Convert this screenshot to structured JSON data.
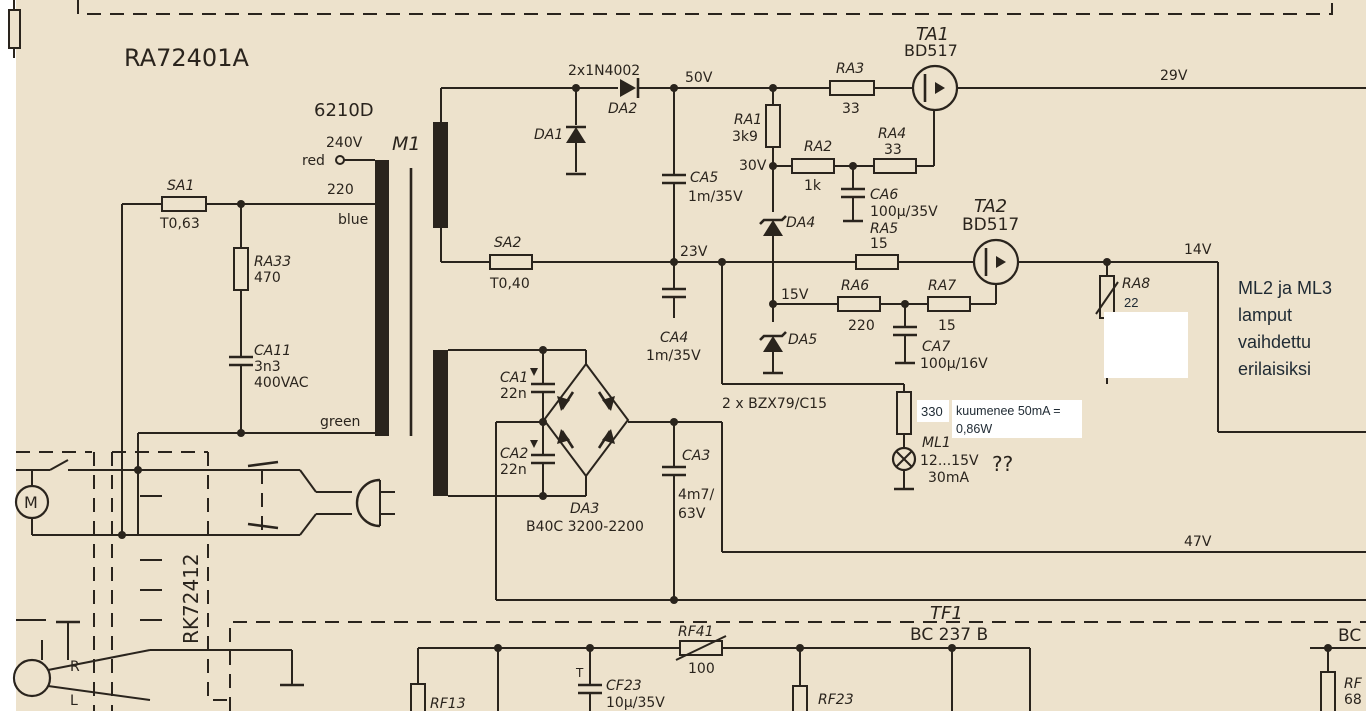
{
  "colors": {
    "paper": "#ede2cc",
    "ink": "#2a241d",
    "note_bg": "#ffffff"
  },
  "header": {
    "model": "RA72401A",
    "transformer_type": "6210D"
  },
  "transformer": {
    "ref": "M1",
    "tap_voltage": "240V",
    "tap_red": "red",
    "tap_220": "220",
    "tap_blue": "blue",
    "tap_green": "green"
  },
  "components": {
    "SA1": {
      "ref": "SA1",
      "value": "T0,63"
    },
    "SA2": {
      "ref": "SA2",
      "value": "T0,40"
    },
    "RA33": {
      "ref": "RA33",
      "value": "470"
    },
    "CA11": {
      "ref": "CA11",
      "value": "3n3",
      "rating": "400VAC"
    },
    "DA1": {
      "ref": "DA1"
    },
    "DA2": {
      "ref": "DA2",
      "type": "2x1N4002"
    },
    "CA5": {
      "ref": "CA5",
      "value": "1m/35V"
    },
    "CA4": {
      "ref": "CA4",
      "value": "1m/35V"
    },
    "RA1": {
      "ref": "RA1",
      "value": "3k9"
    },
    "RA3": {
      "ref": "RA3",
      "value": "33"
    },
    "RA2": {
      "ref": "RA2",
      "value": "1k"
    },
    "RA4": {
      "ref": "RA4",
      "value": "33"
    },
    "CA6": {
      "ref": "CA6",
      "value": "100µ/35V"
    },
    "DA4": {
      "ref": "DA4"
    },
    "DA5": {
      "ref": "DA5"
    },
    "RA5": {
      "ref": "RA5",
      "value": "15"
    },
    "RA6": {
      "ref": "RA6",
      "value": "220"
    },
    "RA7": {
      "ref": "RA7",
      "value": "15"
    },
    "CA7": {
      "ref": "CA7",
      "value": "100µ/16V"
    },
    "RA8": {
      "ref": "RA8",
      "value": "22"
    },
    "TA1": {
      "ref": "TA1",
      "type": "BD517"
    },
    "TA2": {
      "ref": "TA2",
      "type": "BD517"
    },
    "CA1": {
      "ref": "CA1",
      "value": "22n"
    },
    "CA2": {
      "ref": "CA2",
      "value": "22n"
    },
    "DA3": {
      "ref": "DA3",
      "type": "B40C 3200-2200"
    },
    "CA3": {
      "ref": "CA3",
      "value": "4m7/",
      "rating": "63V"
    },
    "zener_pair": "2 x BZX79/C15",
    "ML1": {
      "ref": "ML1",
      "value": "12...15V",
      "current": "30mA",
      "series_resistor": "330"
    },
    "RK": "RK72412",
    "TF1": {
      "ref": "TF1",
      "type": "BC 237 B"
    },
    "BC_partial": "BC",
    "RF41": {
      "ref": "RF41",
      "value": "100"
    },
    "RF13": {
      "ref": "RF13"
    },
    "CF23": {
      "ref": "CF23",
      "value": "10µ/35V",
      "mark": "T"
    },
    "RF23": {
      "ref": "RF23"
    },
    "RF_partial": {
      "ref": "RF",
      "value": "68"
    },
    "motor": "M",
    "input_R": "R",
    "input_L": "L"
  },
  "voltages": {
    "v50": "50V",
    "v29": "29V",
    "v30": "30V",
    "v23": "23V",
    "v15": "15V",
    "v14": "14V",
    "v47": "47V"
  },
  "annotations": {
    "ml1_note_line1": "kuumenee 50mA =",
    "ml1_note_line2": "0,86W",
    "question": "??",
    "lamp_note": [
      "ML2 ja ML3",
      "lamput",
      "vaihdettu",
      "erilaisiksi"
    ]
  }
}
